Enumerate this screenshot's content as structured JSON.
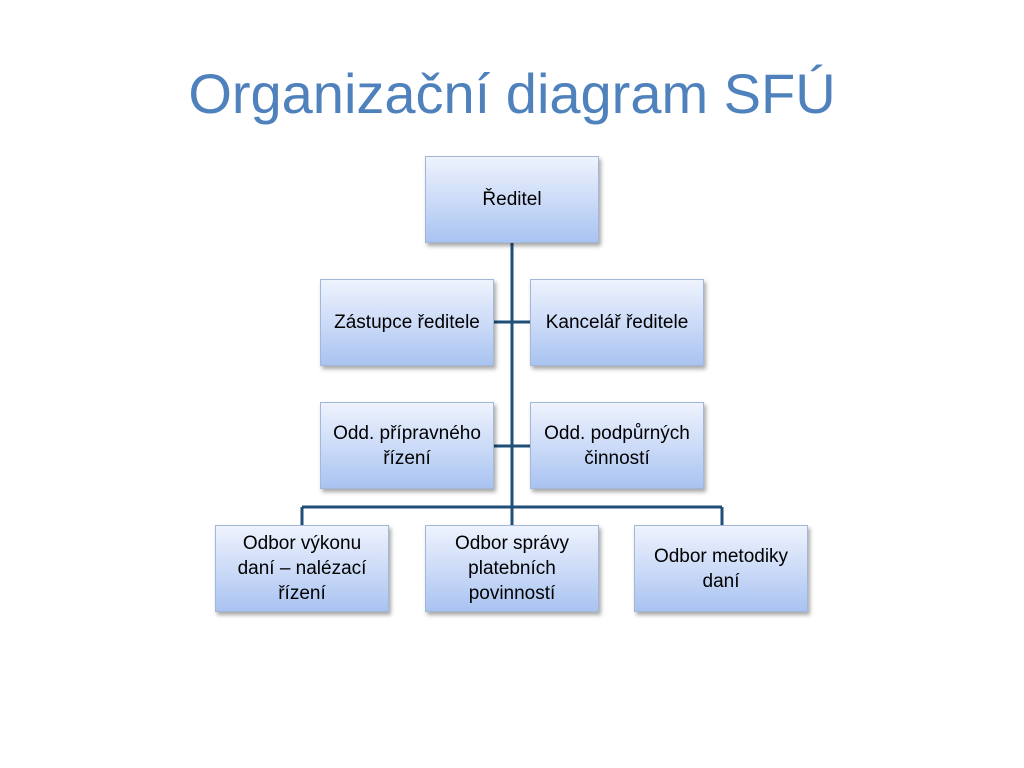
{
  "title": "Organizační diagram SFÚ",
  "colors": {
    "title": "#4f81bd",
    "connector": "#1f4e79",
    "box_top": "#eef3fd",
    "box_bottom": "#a9c3f1"
  },
  "nodes": {
    "director": "Ředitel",
    "deputy_director": "Zástupce ředitele",
    "director_office": "Kancelář ředitele",
    "preparatory_department": "Odd. přípravného řízení",
    "support_department": "Odd. podpůrných činností",
    "tax_enforcement_division": "Odbor výkonu daní – nalézací řízení",
    "payment_obligations_division": "Odbor správy platebních povinností",
    "tax_methodology_division": "Odbor metodiky daní"
  }
}
